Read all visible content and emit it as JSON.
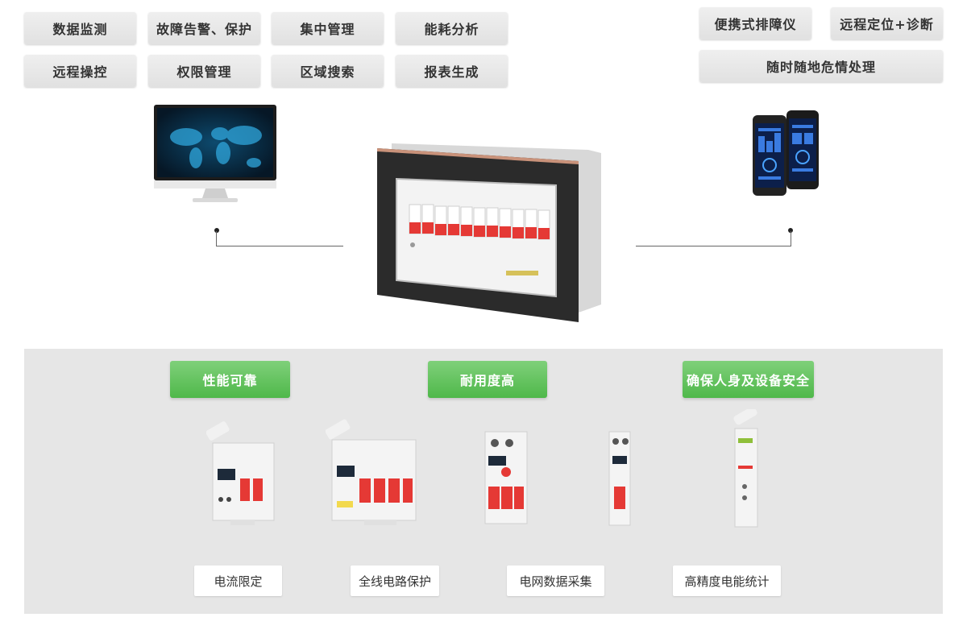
{
  "top_left_features": [
    "数据监测",
    "故障告警、保护",
    "集中管理",
    "能耗分析",
    "远程操控",
    "权限管理",
    "区域搜索",
    "报表生成"
  ],
  "top_right_features": [
    "便携式排障仪",
    "远程定位+诊断",
    "随时随地危情处理"
  ],
  "advantages": [
    "性能可靠",
    "耐用度高",
    "确保人身及设备安全"
  ],
  "product_labels": [
    "电流限定",
    "全线电路保护",
    "电网数据采集",
    "高精度电能统计"
  ],
  "icons": [
    "monitor-icon",
    "cabinet-icon",
    "smartphone-icon"
  ],
  "colors": {
    "green": "#5cbd56",
    "red": "#e53935",
    "panel": "#e6e6e6",
    "chip": "#e8e8e8"
  }
}
